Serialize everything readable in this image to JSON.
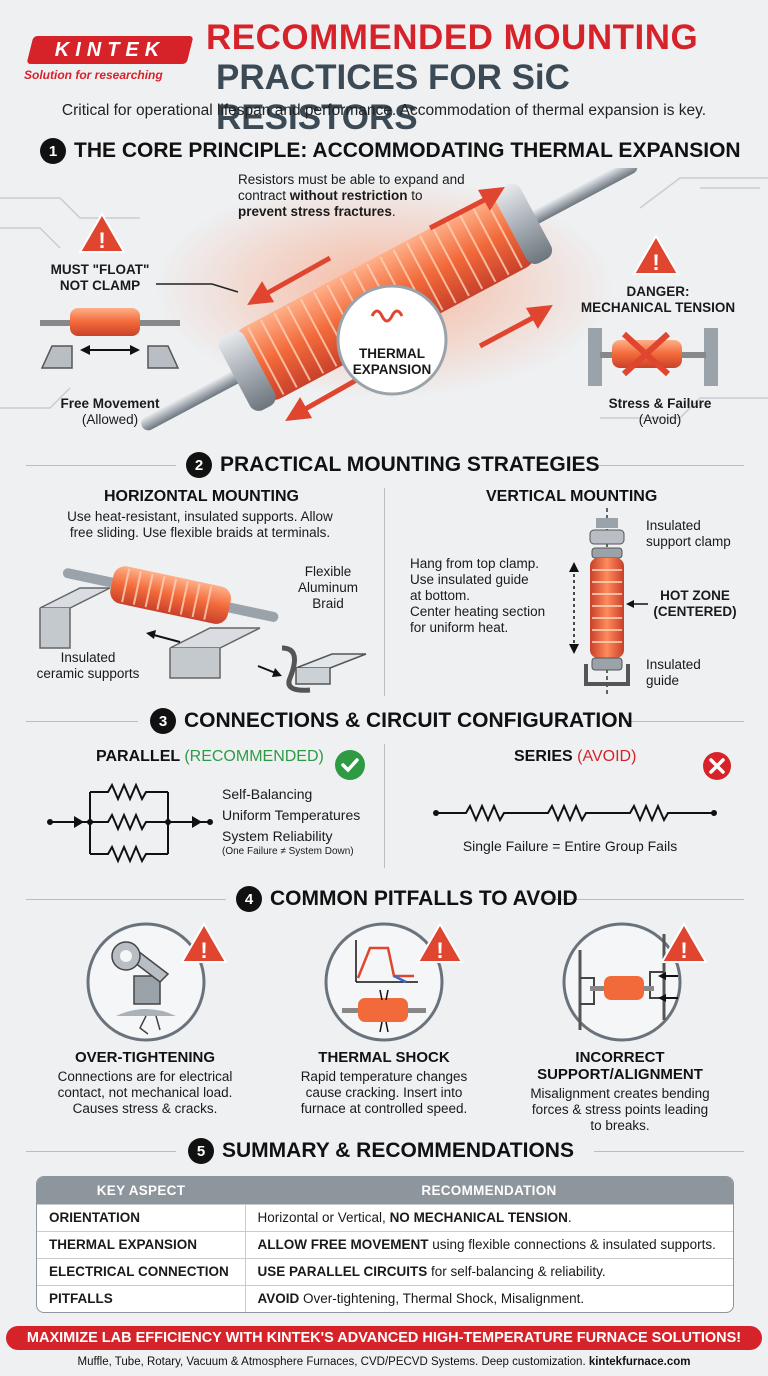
{
  "header": {
    "logo_text": "KINTEK",
    "logo_tagline": "Solution for researching",
    "title_line1": "RECOMMENDED MOUNTING",
    "title_line2": "PRACTICES FOR SiC RESISTORS",
    "subtitle": "Critical for operational lifespan and performance. Accommodation of thermal expansion is key."
  },
  "section1": {
    "number": "1",
    "title": "THE CORE PRINCIPLE: ACCOMMODATING THERMAL EXPANSION",
    "callout_pre": "Resistors must be able to expand and contract ",
    "callout_bold": "without restriction",
    "callout_mid": " to ",
    "callout_bold2": "prevent stress fractures",
    "callout_end": ".",
    "left_label_1": "MUST \"FLOAT\"",
    "left_label_2": "NOT CLAMP",
    "left_caption_1": "Free Movement",
    "left_caption_2": "(Allowed)",
    "center_label_1": "THERMAL",
    "center_label_2": "EXPANSION",
    "right_label_1": "DANGER:",
    "right_label_2": "MECHANICAL TENSION",
    "right_caption_1": "Stress & Failure",
    "right_caption_2": "(Avoid)"
  },
  "section2": {
    "number": "2",
    "title": "PRACTICAL MOUNTING STRATEGIES",
    "horizontal": {
      "title": "HORIZONTAL MOUNTING",
      "desc_1": "Use heat-resistant, insulated supports. Allow",
      "desc_2": "free sliding. Use flexible braids at terminals.",
      "braid_1": "Flexible",
      "braid_2": "Aluminum",
      "braid_3": "Braid",
      "support_1": "Insulated",
      "support_2": "ceramic supports"
    },
    "vertical": {
      "title": "VERTICAL MOUNTING",
      "desc_1": "Hang from top clamp.",
      "desc_2": "Use insulated guide",
      "desc_3": "at bottom.",
      "desc_4": "Center heating section",
      "desc_5": "for uniform heat.",
      "clamp_1": "Insulated",
      "clamp_2": "support clamp",
      "hot_1": "HOT ZONE",
      "hot_2": "(CENTERED)",
      "guide_1": "Insulated",
      "guide_2": "guide"
    }
  },
  "section3": {
    "number": "3",
    "title": "CONNECTIONS & CIRCUIT CONFIGURATION",
    "parallel": {
      "title": "PARALLEL",
      "tag": "(RECOMMENDED)",
      "point_1": "Self-Balancing",
      "point_2": "Uniform Temperatures",
      "point_3": "System Reliability",
      "note": "(One Failure ≠ System Down)"
    },
    "series": {
      "title": "SERIES",
      "tag": "(AVOID)",
      "caption": "Single Failure = Entire Group Fails"
    }
  },
  "section4": {
    "number": "4",
    "title": "COMMON PITFALLS TO AVOID",
    "items": [
      {
        "title": "OVER-TIGHTENING",
        "l1": "Connections are for electrical",
        "l2": "contact, not mechanical load.",
        "l3": "Causes stress & cracks."
      },
      {
        "title": "THERMAL SHOCK",
        "l1": "Rapid temperature changes",
        "l2": "cause cracking. Insert into",
        "l3": "furnace at controlled speed."
      },
      {
        "title": "INCORRECT SUPPORT/ALIGNMENT",
        "l1": "Misalignment creates bending",
        "l2": "forces & stress points leading",
        "l3": "to breaks."
      }
    ]
  },
  "section5": {
    "number": "5",
    "title": "SUMMARY & RECOMMENDATIONS",
    "col_1": "KEY ASPECT",
    "col_2": "RECOMMENDATION",
    "rows": [
      {
        "key": "ORIENTATION",
        "pre": "Horizontal or Vertical, ",
        "bold": "NO MECHANICAL TENSION",
        "post": "."
      },
      {
        "key": "THERMAL EXPANSION",
        "pre": "",
        "bold": "ALLOW FREE MOVEMENT",
        "post": " using flexible connections & insulated supports."
      },
      {
        "key": "ELECTRICAL CONNECTION",
        "pre": "",
        "bold": "USE PARALLEL CIRCUITS",
        "post": " for self-balancing & reliability."
      },
      {
        "key": "PITFALLS",
        "pre": "",
        "bold": "AVOID",
        "post": " Over-tightening, Thermal Shock, Misalignment."
      }
    ]
  },
  "banner": "MAXIMIZE LAB EFFICIENCY WITH KINTEK'S ADVANCED HIGH-TEMPERATURE FURNACE SOLUTIONS!",
  "footer": {
    "text": "Muffle, Tube, Rotary, Vacuum & Atmosphere Furnaces, CVD/PECVD Systems. Deep customization. ",
    "link": "kintekfurnace.com"
  },
  "colors": {
    "brand_red": "#d6232a",
    "heat_orange": "#f26a3a",
    "ok_green": "#2f9a44",
    "title_gray": "#3c4a56"
  }
}
